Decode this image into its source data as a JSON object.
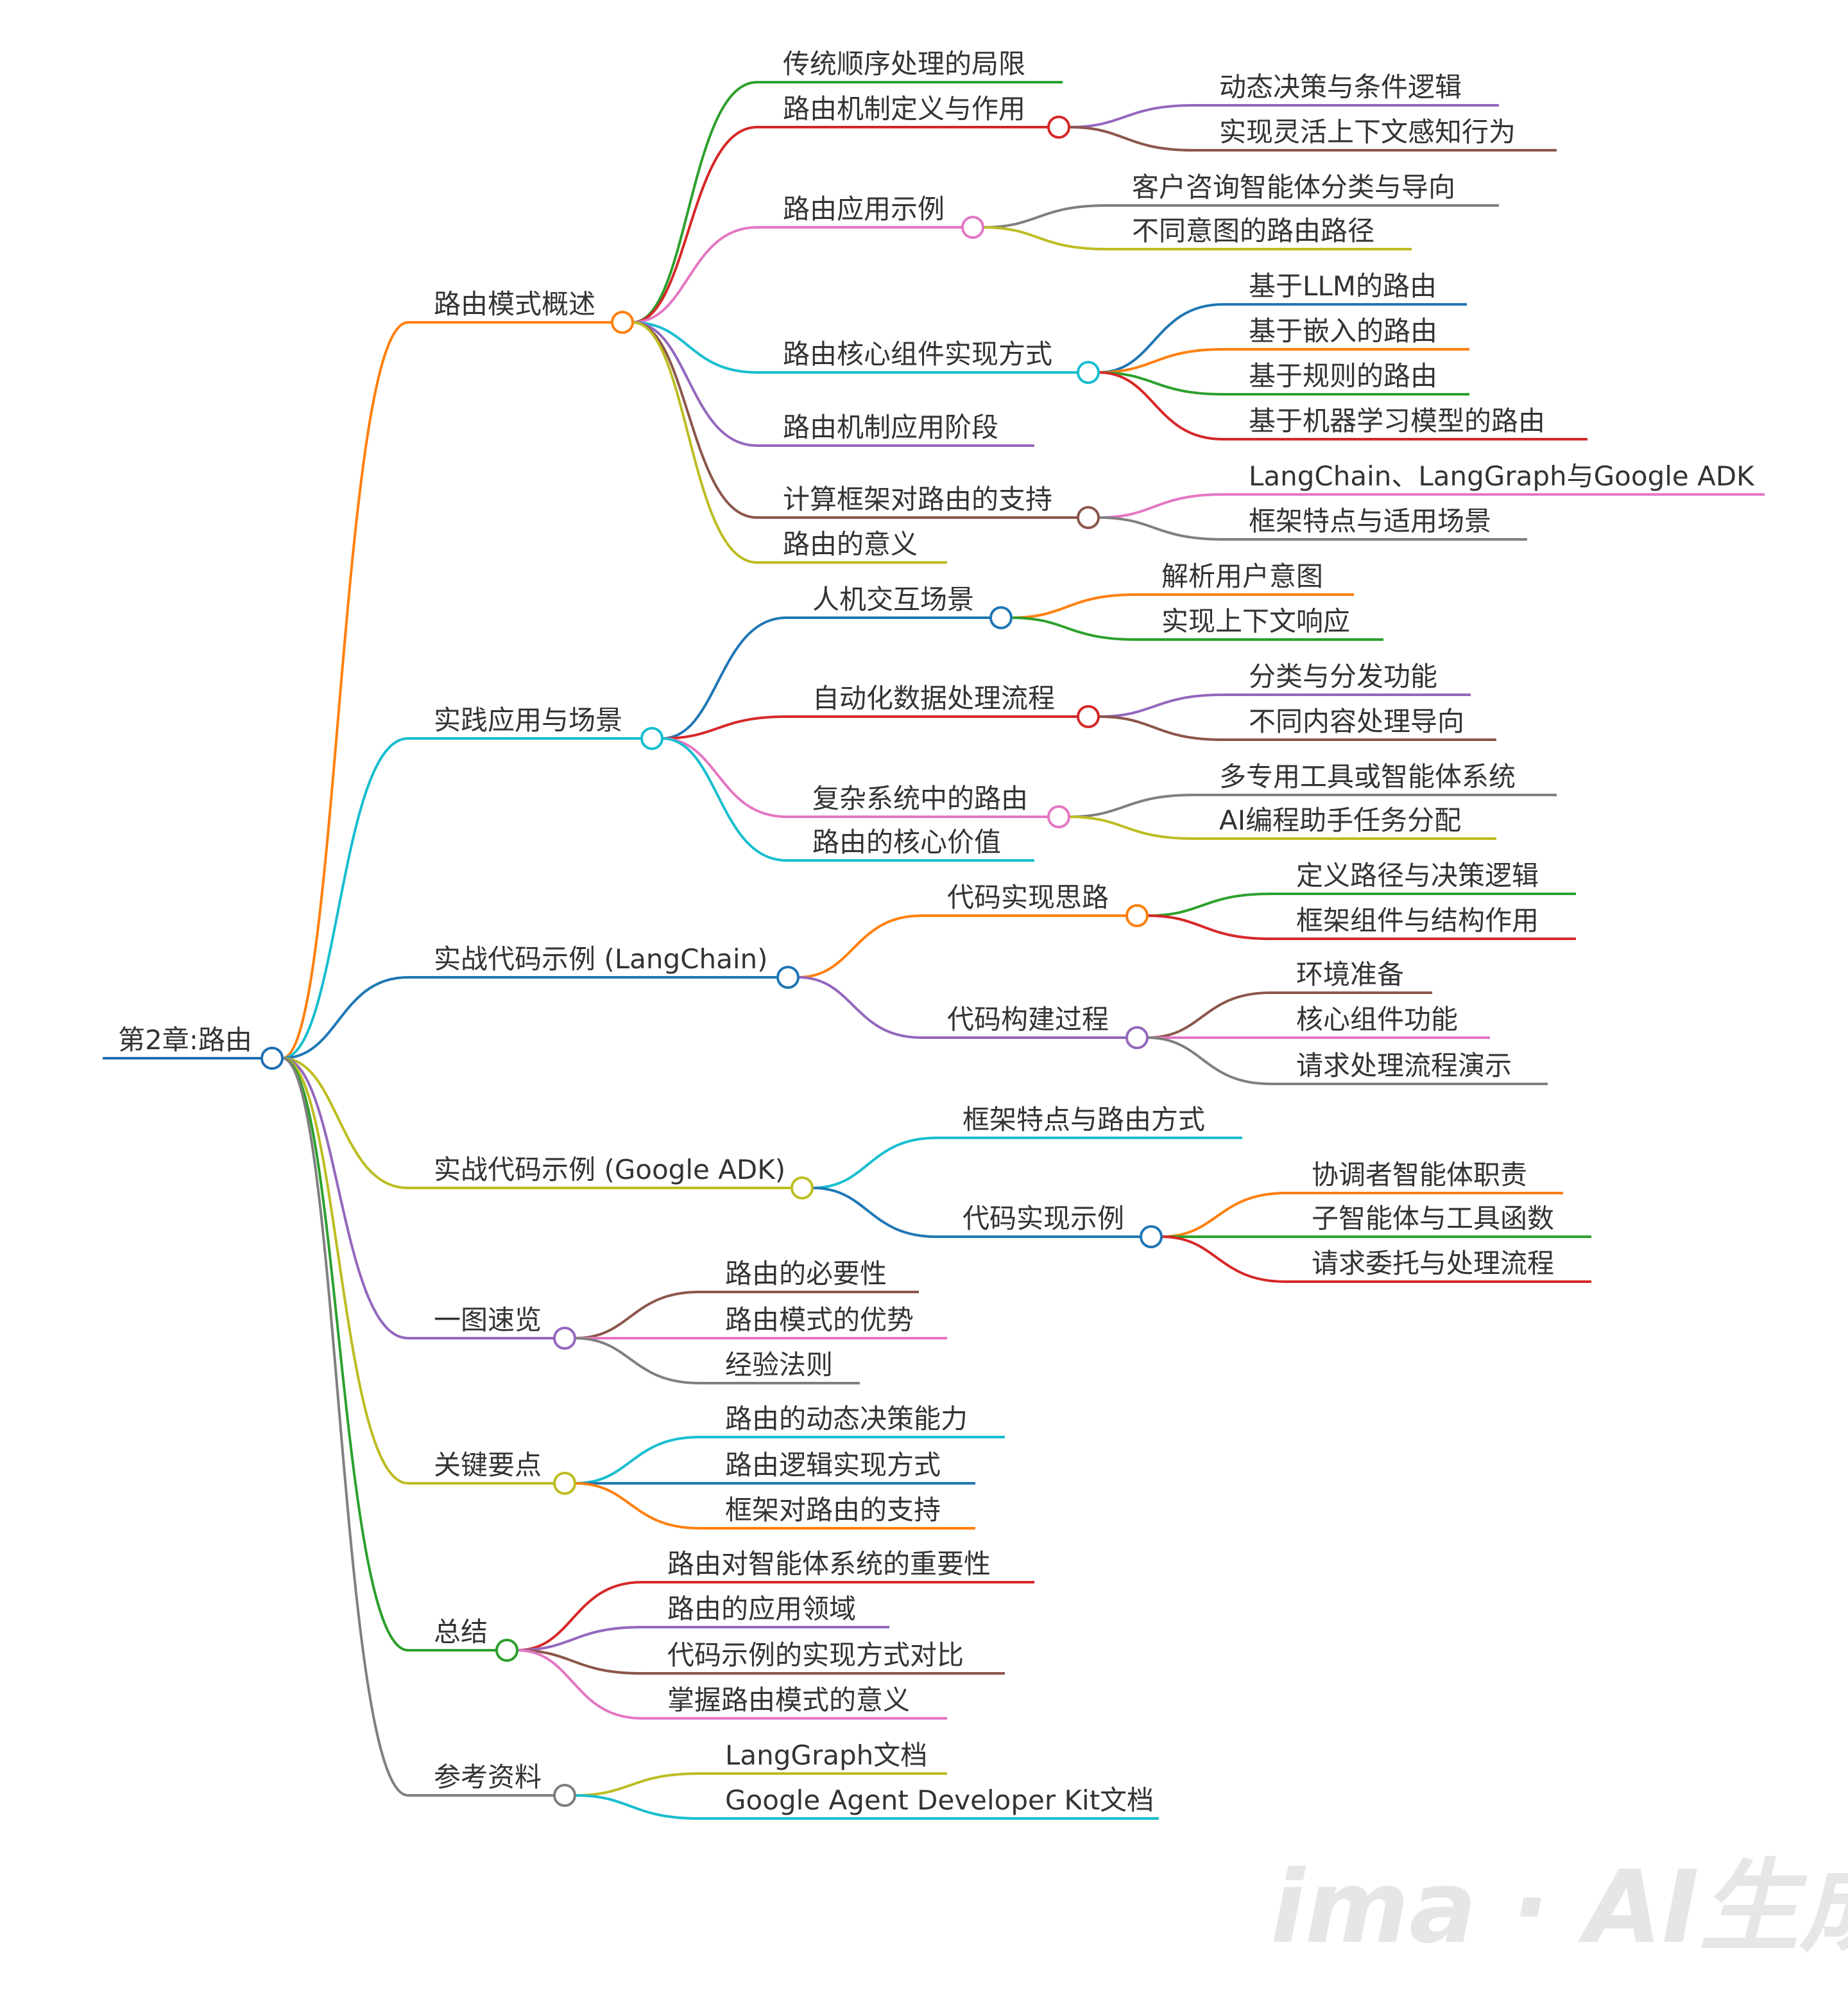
{
  "mindmap": {
    "label": "第2章:路由",
    "color": "#1f6fb4",
    "children": [
      {
        "label": "路由模式概述",
        "color": "#ff7f0e",
        "children": [
          {
            "label": "传统顺序处理的局限",
            "color": "#2ca02c"
          },
          {
            "label": "路由机制定义与作用",
            "color": "#d62728",
            "children": [
              {
                "label": "动态决策与条件逻辑",
                "color": "#9467bd"
              },
              {
                "label": "实现灵活上下文感知行为",
                "color": "#8c564b"
              }
            ]
          },
          {
            "label": "路由应用示例",
            "color": "#e377c2",
            "children": [
              {
                "label": "客户咨询智能体分类与导向",
                "color": "#7f7f7f"
              },
              {
                "label": "不同意图的路由路径",
                "color": "#bcbd22"
              }
            ]
          },
          {
            "label": "路由核心组件实现方式",
            "color": "#17becf",
            "children": [
              {
                "label": "基于LLM的路由",
                "color": "#1f77b4"
              },
              {
                "label": "基于嵌入的路由",
                "color": "#ff7f0e"
              },
              {
                "label": "基于规则的路由",
                "color": "#2ca02c"
              },
              {
                "label": "基于机器学习模型的路由",
                "color": "#d62728"
              }
            ]
          },
          {
            "label": "路由机制应用阶段",
            "color": "#9467bd"
          },
          {
            "label": "计算框架对路由的支持",
            "color": "#8c564b",
            "children": [
              {
                "label": "LangChain、LangGraph与Google ADK",
                "color": "#e377c2"
              },
              {
                "label": "框架特点与适用场景",
                "color": "#7f7f7f"
              }
            ]
          },
          {
            "label": "路由的意义",
            "color": "#bcbd22"
          }
        ]
      },
      {
        "label": "实践应用与场景",
        "color": "#17becf",
        "children": [
          {
            "label": "人机交互场景",
            "color": "#1f77b4",
            "children": [
              {
                "label": "解析用户意图",
                "color": "#ff7f0e"
              },
              {
                "label": "实现上下文响应",
                "color": "#2ca02c"
              }
            ]
          },
          {
            "label": "自动化数据处理流程",
            "color": "#d62728",
            "children": [
              {
                "label": "分类与分发功能",
                "color": "#9467bd"
              },
              {
                "label": "不同内容处理导向",
                "color": "#8c564b"
              }
            ]
          },
          {
            "label": "复杂系统中的路由",
            "color": "#e377c2",
            "children": [
              {
                "label": "多专用工具或智能体系统",
                "color": "#7f7f7f"
              },
              {
                "label": "AI编程助手任务分配",
                "color": "#bcbd22"
              }
            ]
          },
          {
            "label": "路由的核心价值",
            "color": "#17becf"
          }
        ]
      },
      {
        "label": "实战代码示例 (LangChain)",
        "color": "#1f77b4",
        "children": [
          {
            "label": "代码实现思路",
            "color": "#ff7f0e",
            "children": [
              {
                "label": "定义路径与决策逻辑",
                "color": "#2ca02c"
              },
              {
                "label": "框架组件与结构作用",
                "color": "#d62728"
              }
            ]
          },
          {
            "label": "代码构建过程",
            "color": "#9467bd",
            "children": [
              {
                "label": "环境准备",
                "color": "#8c564b"
              },
              {
                "label": "核心组件功能",
                "color": "#e377c2"
              },
              {
                "label": "请求处理流程演示",
                "color": "#7f7f7f"
              }
            ]
          }
        ]
      },
      {
        "label": "实战代码示例 (Google ADK)",
        "color": "#bcbd22",
        "children": [
          {
            "label": "框架特点与路由方式",
            "color": "#17becf"
          },
          {
            "label": "代码实现示例",
            "color": "#1f77b4",
            "children": [
              {
                "label": "协调者智能体职责",
                "color": "#ff7f0e"
              },
              {
                "label": "子智能体与工具函数",
                "color": "#2ca02c"
              },
              {
                "label": "请求委托与处理流程",
                "color": "#d62728"
              }
            ]
          }
        ]
      },
      {
        "label": "一图速览",
        "color": "#9467bd",
        "children": [
          {
            "label": "路由的必要性",
            "color": "#8c564b"
          },
          {
            "label": "路由模式的优势",
            "color": "#e377c2"
          },
          {
            "label": "经验法则",
            "color": "#7f7f7f"
          }
        ]
      },
      {
        "label": "关键要点",
        "color": "#bcbd22",
        "children": [
          {
            "label": "路由的动态决策能力",
            "color": "#17becf"
          },
          {
            "label": "路由逻辑实现方式",
            "color": "#1f77b4"
          },
          {
            "label": "框架对路由的支持",
            "color": "#ff7f0e"
          }
        ]
      },
      {
        "label": "总结",
        "color": "#2ca02c",
        "children": [
          {
            "label": "路由对智能体系统的重要性",
            "color": "#d62728"
          },
          {
            "label": "路由的应用领域",
            "color": "#9467bd"
          },
          {
            "label": "代码示例的实现方式对比",
            "color": "#8c564b"
          },
          {
            "label": "掌握路由模式的意义",
            "color": "#e377c2"
          }
        ]
      },
      {
        "label": "参考资料",
        "color": "#7f7f7f",
        "children": [
          {
            "label": "LangGraph文档",
            "color": "#bcbd22"
          },
          {
            "label": "Google Agent Developer Kit文档",
            "color": "#17becf"
          }
        ]
      }
    ]
  },
  "watermark": "ima · AI生成"
}
